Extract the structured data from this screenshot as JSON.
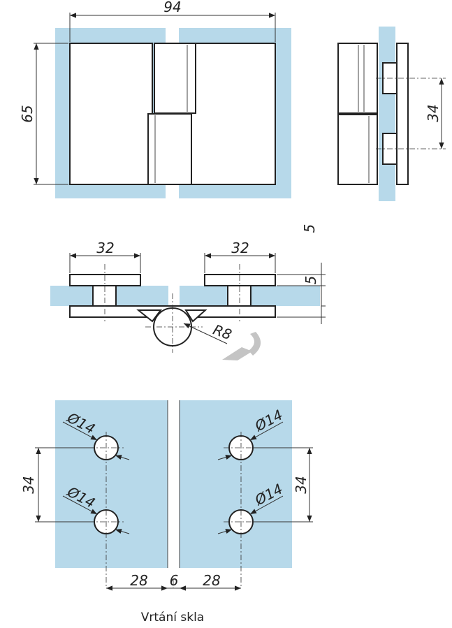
{
  "front_view": {
    "width_dim": "94",
    "height_dim": "65"
  },
  "side_view": {
    "hole_spacing_dim": "34"
  },
  "top_view": {
    "thickness_label_upper": "5",
    "left_plate_dim": "32",
    "right_plate_dim": "32",
    "glass_thickness_dim": "5",
    "radius_label": "R8"
  },
  "drilling_view": {
    "hole_diameter_top_left": "Ø14",
    "hole_diameter_bottom_left": "Ø14",
    "hole_diameter_top_right": "Ø14",
    "hole_diameter_bottom_right": "Ø14",
    "left_spacing_dim": "34",
    "right_spacing_dim": "34",
    "left_offset_dim": "28",
    "gap_dim": "6",
    "right_offset_dim": "28",
    "caption": "Vrtání skla"
  },
  "colors": {
    "glass": "#b7d9ea",
    "line": "#222222"
  }
}
